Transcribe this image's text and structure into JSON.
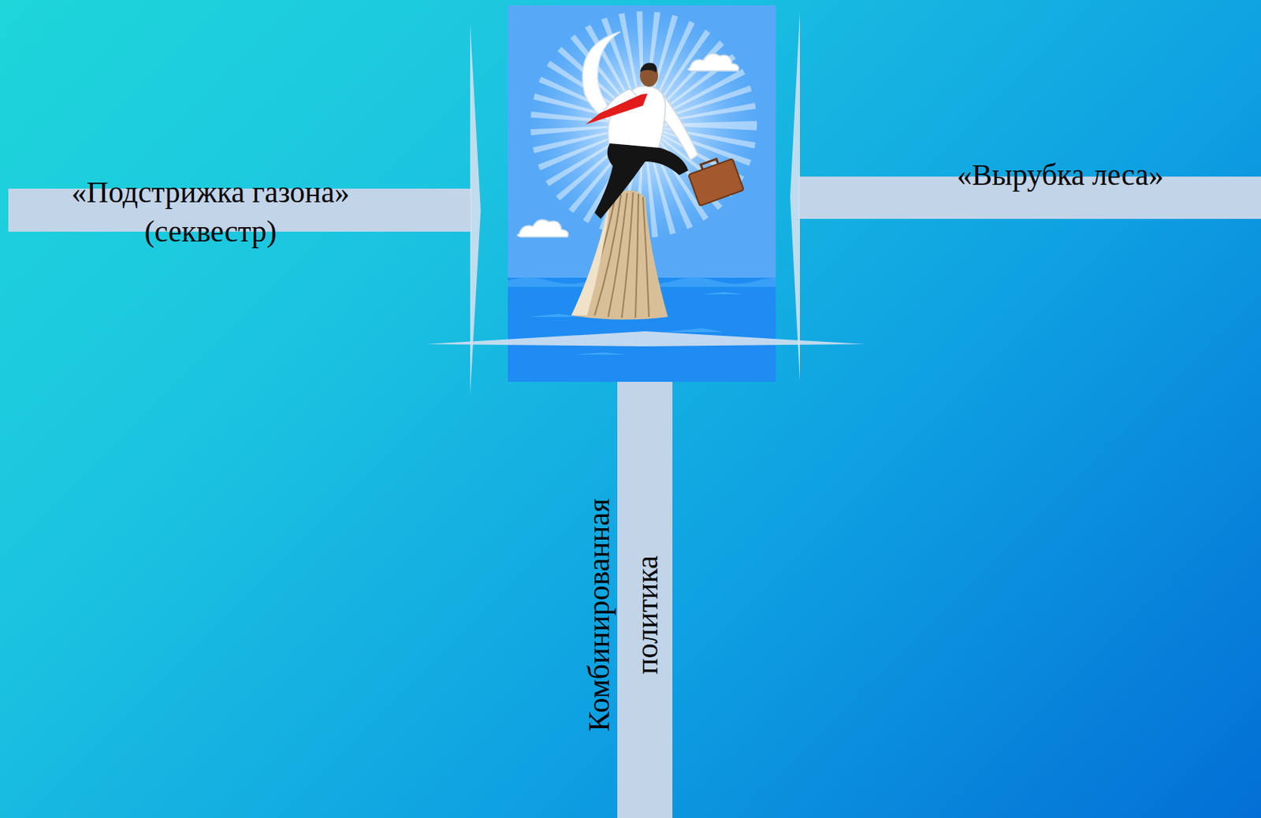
{
  "diagram": {
    "nodes": [
      {
        "text": [
          "«Подстрижка газона» (секвестр)"
        ]
      },
      {
        "text": [
          "«Вырубка леса»"
        ]
      },
      {
        "text": [
          "Комбинированная политика"
        ]
      }
    ]
  }
}
